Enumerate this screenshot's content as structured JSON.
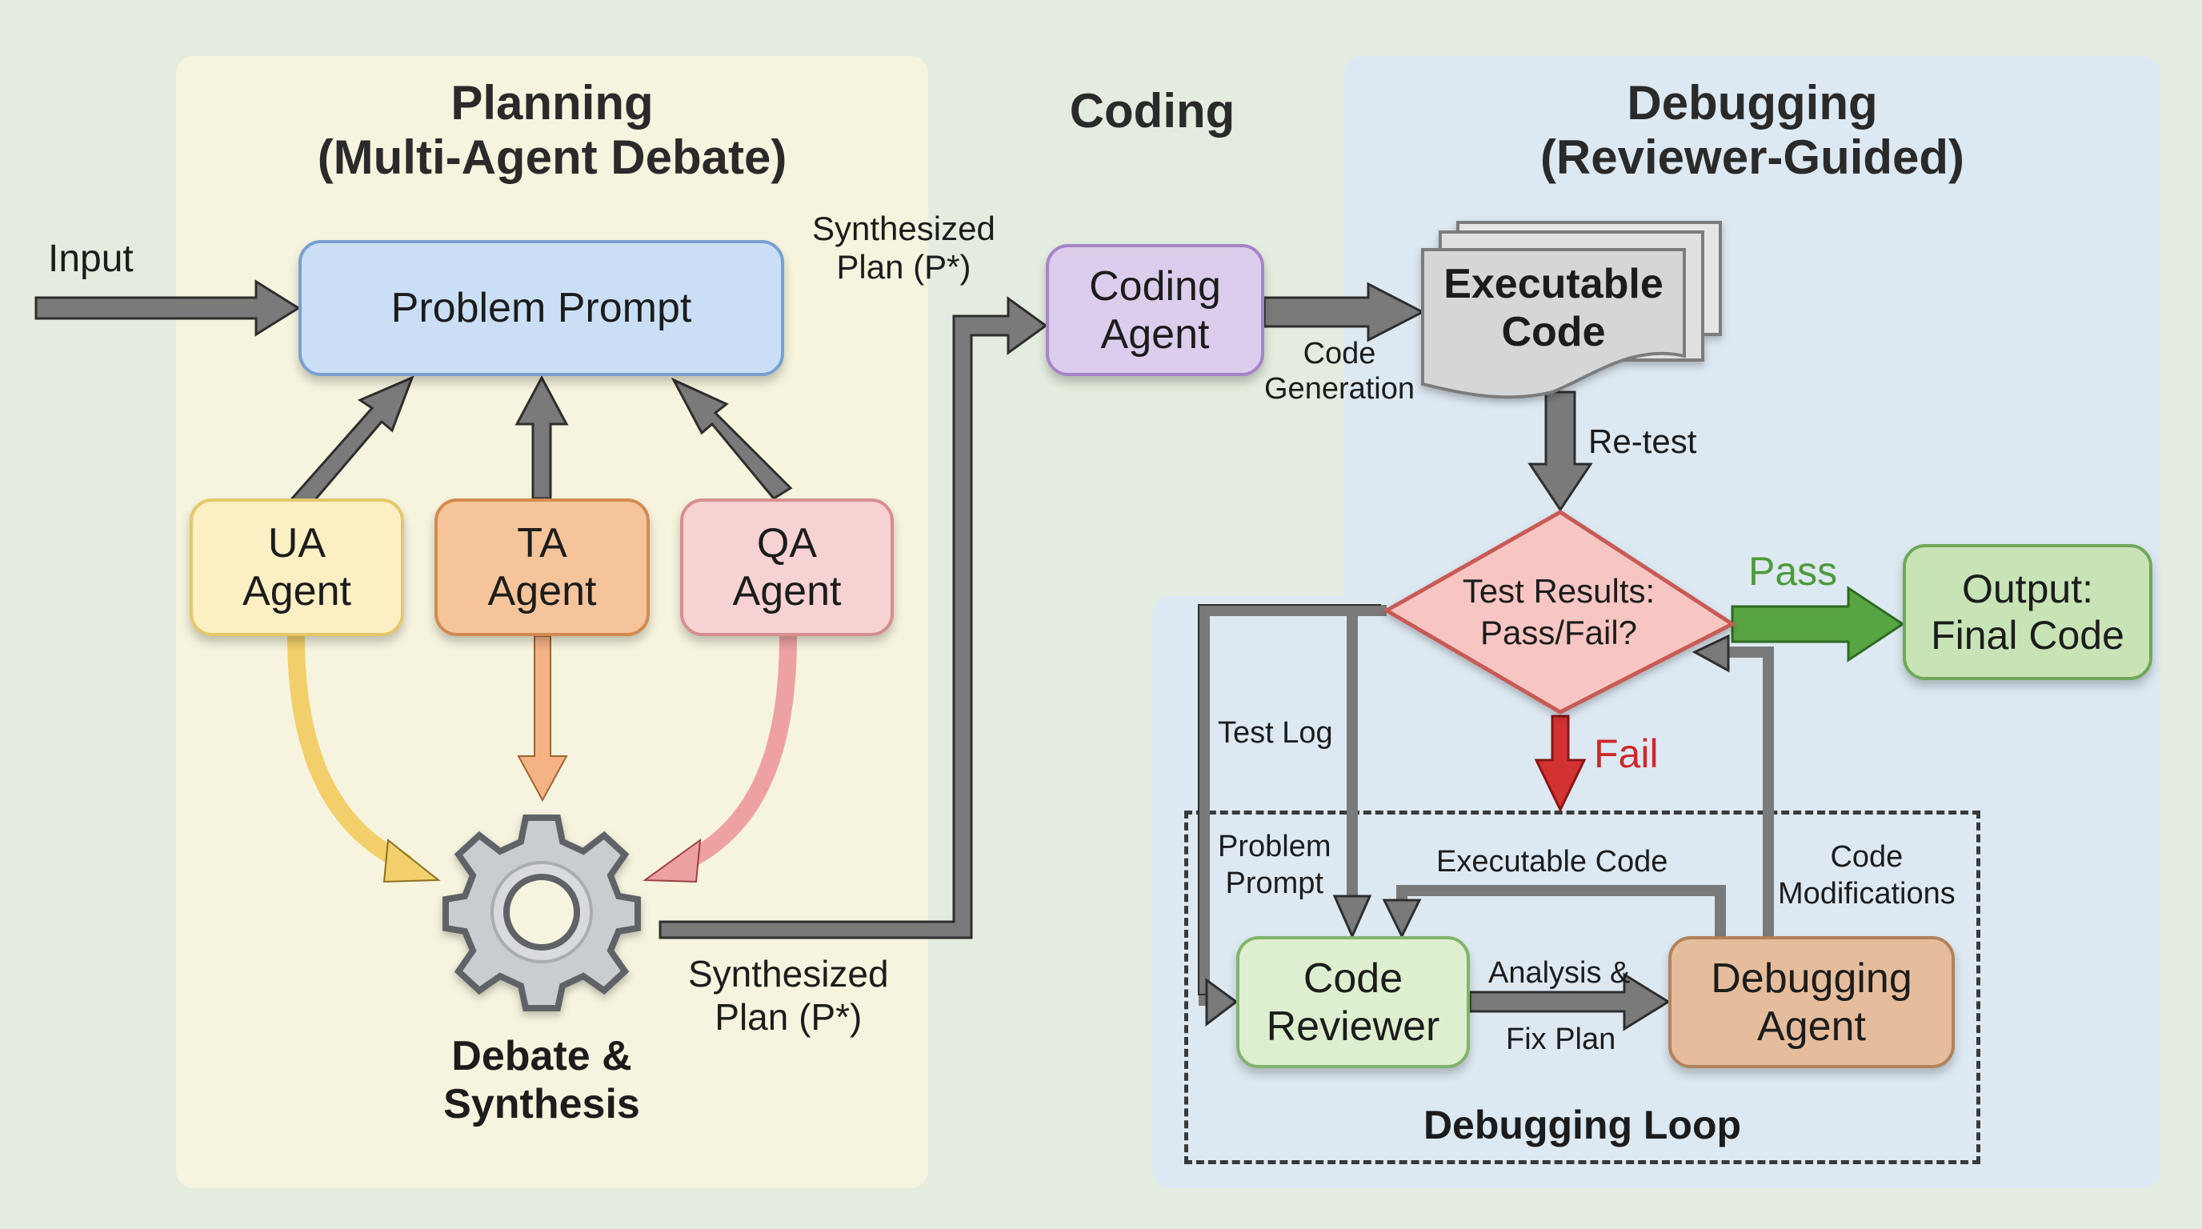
{
  "sections": {
    "planning": {
      "title_line1": "Planning",
      "title_line2": "(Multi-Agent Debate)"
    },
    "coding": {
      "title": "Coding"
    },
    "debugging": {
      "title_line1": "Debugging",
      "title_line2": "(Reviewer-Guided)"
    }
  },
  "nodes": {
    "problem_prompt": "Problem Prompt",
    "ua_agent": {
      "line1": "UA",
      "line2": "Agent"
    },
    "ta_agent": {
      "line1": "TA",
      "line2": "Agent"
    },
    "qa_agent": {
      "line1": "QA",
      "line2": "Agent"
    },
    "debate": {
      "line1": "Debate &",
      "line2": "Synthesis",
      "icon": "gear-icon"
    },
    "coding_agent": {
      "line1": "Coding",
      "line2": "Agent"
    },
    "executable_code": {
      "line1": "Executable",
      "line2": "Code",
      "icon": "document-stack-icon"
    },
    "test_results": {
      "line1": "Test Results:",
      "line2": "Pass/Fail?"
    },
    "output": {
      "line1": "Output:",
      "line2": "Final Code"
    },
    "code_reviewer": {
      "line1": "Code",
      "line2": "Reviewer"
    },
    "debugging_agent": {
      "line1": "Debugging",
      "line2": "Agent"
    },
    "debugging_loop": "Debugging Loop"
  },
  "edges": {
    "input": "Input",
    "synth_plan_top": {
      "line1": "Synthesized",
      "line2": "Plan (P*)"
    },
    "synth_plan_bottom": {
      "line1": "Synthesized",
      "line2": "Plan (P*)"
    },
    "code_generation": {
      "line1": "Code",
      "line2": "Generation"
    },
    "retest": "Re-test",
    "pass": "Pass",
    "fail": "Fail",
    "test_log": "Test Log",
    "problem_prompt": {
      "line1": "Problem",
      "line2": "Prompt"
    },
    "executable_code": "Executable Code",
    "code_modifications": {
      "line1": "Code",
      "line2": "Modifications"
    },
    "analysis_fix": {
      "line1": "Analysis &",
      "line2": "Fix Plan"
    }
  },
  "colors": {
    "background": "#e3ecde",
    "planning_panel": "#f6f4de",
    "debugging_panel": "#dde9f2",
    "problem_prompt": "#cadff6",
    "ua": "#fdefc4",
    "ta": "#f6c49a",
    "qa": "#f6d2d2",
    "coding_agent": "#dccdec",
    "diamond": "#f7c6c3",
    "output": "#c8e4b6",
    "code_reviewer": "#ddefcf",
    "debugging_agent": "#e5bd9c",
    "pass": "#4f9a3c",
    "fail": "#cc2a2a",
    "arrow": "#7a7a7a"
  }
}
